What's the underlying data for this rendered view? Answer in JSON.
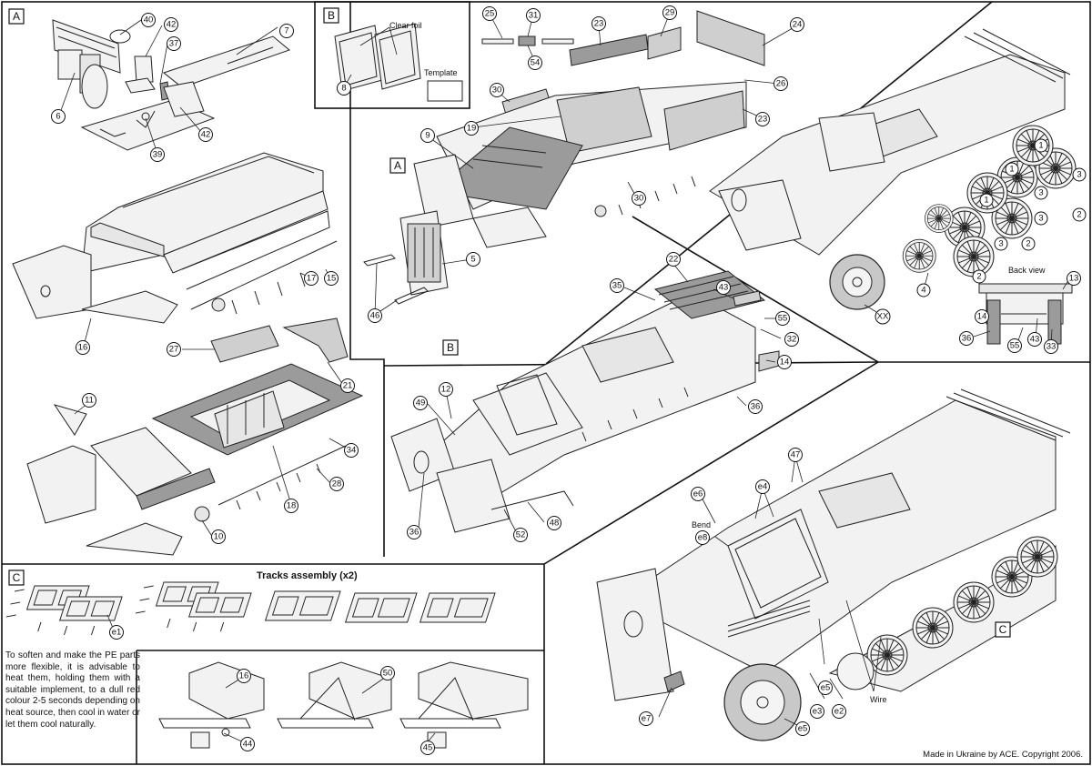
{
  "panels": {
    "a_top_label": "A",
    "b_inset_label": "B",
    "a_main_label": "A",
    "b_main_label": "B",
    "c_main_label": "C",
    "c_tracks_label": "C"
  },
  "labels": {
    "clear_foil": "Clear foil",
    "template": "Template",
    "back_view": "Back view",
    "tracks_assembly": "Tracks assembly (x2)",
    "bend": "Bend",
    "wire": "Wire"
  },
  "callouts": {
    "p40": "40",
    "p42a": "42",
    "p37": "37",
    "p7": "7",
    "p6": "6",
    "p39": "39",
    "p42b": "42",
    "p17": "17",
    "p15": "15",
    "p16": "16",
    "p27": "27",
    "p21": "21",
    "p11": "11",
    "p34": "34",
    "p28": "28",
    "p18": "18",
    "p10": "10",
    "p8": "8",
    "p25": "25",
    "p31": "31",
    "p54": "54",
    "p23a": "23",
    "p29": "29",
    "p24": "24",
    "p30a": "30",
    "p26": "26",
    "p19": "19",
    "p23b": "23",
    "p9": "9",
    "p30b": "30",
    "p5": "5",
    "p46": "46",
    "r1a": "1",
    "r1b": "1",
    "r1c": "1",
    "r3a": "3",
    "r3b": "3",
    "r3c": "3",
    "r3d": "3",
    "r2a": "2",
    "r2b": "2",
    "r2c": "2",
    "r4": "4",
    "rxx": "XX",
    "r13": "13",
    "r14": "14",
    "r36": "36",
    "r55": "55",
    "r43": "43",
    "r33": "33",
    "b22": "22",
    "b35": "35",
    "b43": "43",
    "b55": "55",
    "b32": "32",
    "b14": "14",
    "b36a": "36",
    "b49": "49",
    "b12": "12",
    "b36b": "36",
    "b52": "52",
    "b48": "48",
    "c47": "47",
    "c_e6": "e6",
    "c_e4": "e4",
    "c_e8": "e8",
    "c_e5a": "e5",
    "c_e3": "e3",
    "c_e2": "e2",
    "c_e7": "e7",
    "c_e5b": "e5",
    "t_e1": "e1",
    "t16": "16",
    "t50": "50",
    "t44": "44",
    "t45": "45"
  },
  "instructions_note": "To soften and make the PE parts more flexible, it is advisable to heat them, holding them with a suitable implement, to a dull red colour 2-5 seconds depending on heat source, then cool in water or let them cool naturally.",
  "copyright": "Made in Ukraine by ACE. Copyright 2006.",
  "colors": {
    "line": "#222222",
    "part_highlight": "#9b9b9b",
    "background": "#ffffff"
  }
}
